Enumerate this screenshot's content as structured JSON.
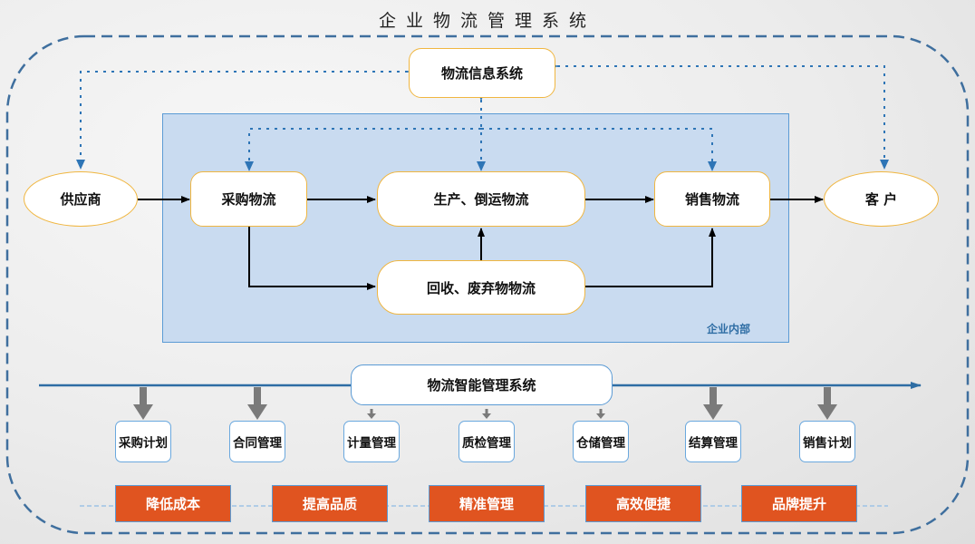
{
  "title": "企业物流管理系统",
  "info_system": {
    "label": "物流信息系统"
  },
  "external": {
    "supplier": "供应商",
    "customer": "客 户"
  },
  "enterprise": {
    "label": "企业内部",
    "nodes": {
      "procurement": "采购物流",
      "production": "生产、倒运物流",
      "sales": "销售物流",
      "recycling": "回收、废弃物物流"
    }
  },
  "intelligent_system": {
    "label": "物流智能管理系统",
    "modules": [
      {
        "label": "采购计划",
        "arrow": "large"
      },
      {
        "label": "合同管理",
        "arrow": "large"
      },
      {
        "label": "计量管理",
        "arrow": "small"
      },
      {
        "label": "质检管理",
        "arrow": "small"
      },
      {
        "label": "仓储管理",
        "arrow": "small"
      },
      {
        "label": "结算管理",
        "arrow": "large"
      },
      {
        "label": "销售计划",
        "arrow": "large"
      }
    ]
  },
  "benefits": [
    "降低成本",
    "提高品质",
    "精准管理",
    "高效便捷",
    "品牌提升"
  ],
  "colors": {
    "outer_dash": "#3f6f9e",
    "info_dotted": "#2e75b6",
    "node_border": "#f0b640",
    "enterprise_fill": "#c9dbf0",
    "enterprise_border": "#5b9bd5",
    "flow_arrow": "#000000",
    "bus_line": "#2e6da4",
    "module_arrow": "#7a7a7a",
    "benefit_fill": "#e05420"
  }
}
